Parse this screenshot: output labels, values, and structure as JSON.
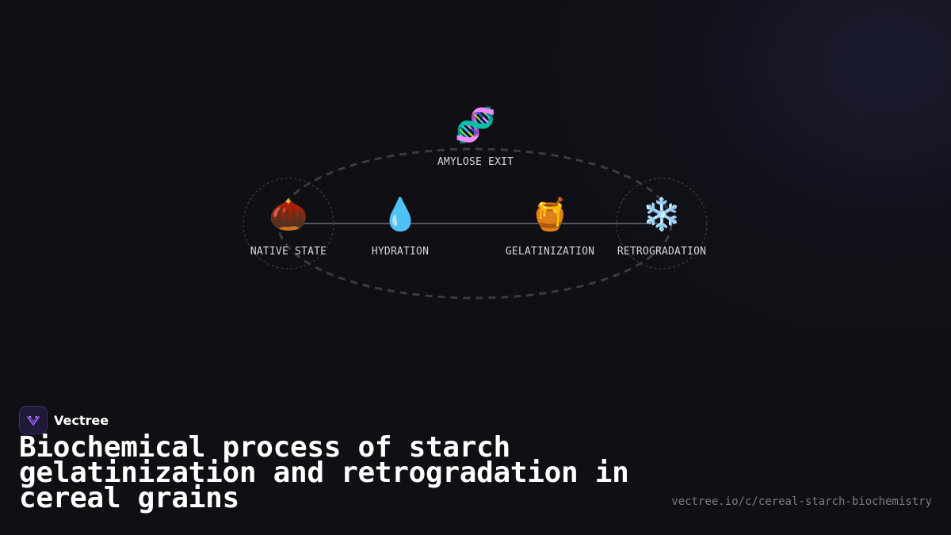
{
  "diagram": {
    "cycle_label": {
      "text": "AMYLOSE EXIT",
      "icon": "dna-icon",
      "emoji": "🧬"
    },
    "nodes": [
      {
        "label": "NATIVE STATE",
        "icon": "chestnut-icon",
        "emoji": "🌰",
        "circled": true
      },
      {
        "label": "HYDRATION",
        "icon": "droplet-icon",
        "emoji": "💧",
        "circled": false
      },
      {
        "label": "GELATINIZATION",
        "icon": "honey-pot-icon",
        "emoji": "🍯",
        "circled": false
      },
      {
        "label": "RETROGRADATION",
        "icon": "snowflake-icon",
        "emoji": "❄️",
        "circled": true
      }
    ]
  },
  "brand": {
    "name": "Vectree",
    "icon": "vectree-logo-icon"
  },
  "title": "Biochemical process of starch gelatinization and retrogradation in cereal grains",
  "url": "vectree.io/c/cereal-starch-biochemistry",
  "colors": {
    "background": "#0f0f14",
    "dashed_path": "#3a3a42",
    "axis_line": "#55555e",
    "logo_bg": "#1e1a3a",
    "logo_accent": "#a35cf0"
  }
}
